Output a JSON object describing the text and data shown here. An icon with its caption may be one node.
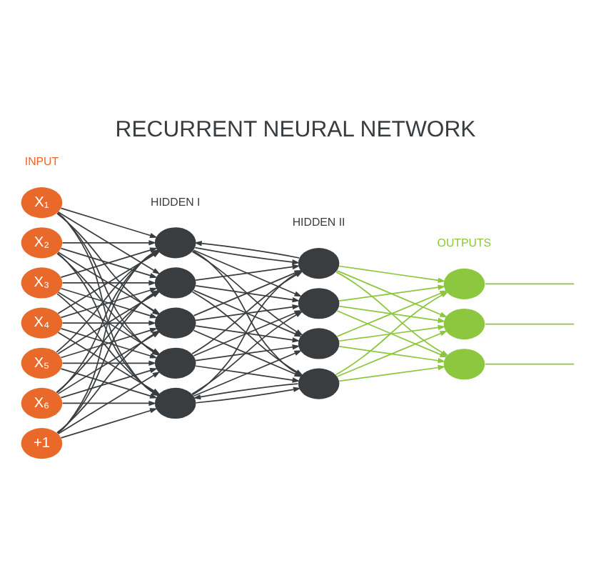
{
  "diagram": {
    "title": "RECURRENT NEURAL NETWORK",
    "nodes": [
      {
        "text": [
          "X₁"
        ]
      },
      {
        "text": [
          "X₂"
        ]
      },
      {
        "text": [
          "X₃"
        ]
      },
      {
        "text": [
          "X₄"
        ]
      },
      {
        "text": [
          "X₅"
        ]
      },
      {
        "text": [
          "X₆"
        ]
      },
      {
        "text": [
          "+1"
        ]
      },
      {
        "text": [],
        "shape": "circle"
      },
      {
        "text": [],
        "shape": "circle"
      },
      {
        "text": [],
        "shape": "circle"
      },
      {
        "text": [],
        "shape": "circle"
      },
      {
        "text": [],
        "shape": "circle"
      },
      {
        "text": [],
        "shape": "circle"
      },
      {
        "text": [],
        "shape": "circle"
      },
      {
        "text": [],
        "shape": "circle"
      },
      {
        "text": [],
        "shape": "circle"
      },
      {
        "text": [],
        "shape": "circle"
      },
      {
        "text": [],
        "shape": "circle"
      },
      {
        "text": [],
        "shape": "circle"
      }
    ],
    "edges": [
      {
        "from": 0,
        "to": 7,
        "arrow": "to"
      },
      {
        "from": 0,
        "to": 8,
        "arrow": "to"
      },
      {
        "from": 0,
        "to": 9,
        "arrow": "to"
      },
      {
        "from": 0,
        "to": 10,
        "arrow": "to"
      },
      {
        "from": 0,
        "to": 11,
        "arrow": "to"
      },
      {
        "from": 1,
        "to": 7,
        "arrow": "to"
      },
      {
        "from": 1,
        "to": 8,
        "arrow": "to"
      },
      {
        "from": 1,
        "to": 9,
        "arrow": "to"
      },
      {
        "from": 1,
        "to": 10,
        "arrow": "to"
      },
      {
        "from": 1,
        "to": 11,
        "arrow": "to"
      },
      {
        "from": 2,
        "to": 7,
        "arrow": "to"
      },
      {
        "from": 2,
        "to": 8,
        "arrow": "to"
      },
      {
        "from": 2,
        "to": 9,
        "arrow": "to"
      },
      {
        "from": 2,
        "to": 10,
        "arrow": "to"
      },
      {
        "from": 2,
        "to": 11,
        "arrow": "to"
      },
      {
        "from": 3,
        "to": 7,
        "arrow": "to"
      },
      {
        "from": 3,
        "to": 8,
        "arrow": "to"
      },
      {
        "from": 3,
        "to": 9,
        "arrow": "to"
      },
      {
        "from": 3,
        "to": 10,
        "arrow": "to"
      },
      {
        "from": 3,
        "to": 11,
        "arrow": "to"
      },
      {
        "from": 4,
        "to": 7,
        "arrow": "to"
      },
      {
        "from": 4,
        "to": 8,
        "arrow": "to"
      },
      {
        "from": 4,
        "to": 9,
        "arrow": "to"
      },
      {
        "from": 4,
        "to": 10,
        "arrow": "to"
      },
      {
        "from": 4,
        "to": 11,
        "arrow": "to"
      },
      {
        "from": 5,
        "to": 7,
        "arrow": "to"
      },
      {
        "from": 5,
        "to": 8,
        "arrow": "to"
      },
      {
        "from": 5,
        "to": 9,
        "arrow": "to"
      },
      {
        "from": 5,
        "to": 10,
        "arrow": "to"
      },
      {
        "from": 5,
        "to": 11,
        "arrow": "to"
      },
      {
        "from": 6,
        "to": 7,
        "arrow": "to"
      },
      {
        "from": 6,
        "to": 8,
        "arrow": "to"
      },
      {
        "from": 6,
        "to": 9,
        "arrow": "to"
      },
      {
        "from": 6,
        "to": 10,
        "arrow": "to"
      },
      {
        "from": 6,
        "to": 11,
        "arrow": "to"
      },
      {
        "from": 7,
        "to": 12,
        "arrow": "to"
      },
      {
        "from": 7,
        "to": 13,
        "arrow": "to"
      },
      {
        "from": 7,
        "to": 14,
        "arrow": "to"
      },
      {
        "from": 7,
        "to": 15,
        "arrow": "to"
      },
      {
        "from": 8,
        "to": 12,
        "arrow": "to"
      },
      {
        "from": 8,
        "to": 13,
        "arrow": "to"
      },
      {
        "from": 8,
        "to": 14,
        "arrow": "to"
      },
      {
        "from": 8,
        "to": 15,
        "arrow": "to"
      },
      {
        "from": 9,
        "to": 12,
        "arrow": "to"
      },
      {
        "from": 9,
        "to": 13,
        "arrow": "to"
      },
      {
        "from": 9,
        "to": 14,
        "arrow": "to"
      },
      {
        "from": 9,
        "to": 15,
        "arrow": "to"
      },
      {
        "from": 10,
        "to": 12,
        "arrow": "to"
      },
      {
        "from": 10,
        "to": 13,
        "arrow": "to"
      },
      {
        "from": 10,
        "to": 14,
        "arrow": "to"
      },
      {
        "from": 10,
        "to": 15,
        "arrow": "to"
      },
      {
        "from": 11,
        "to": 12,
        "arrow": "to"
      },
      {
        "from": 11,
        "to": 13,
        "arrow": "to"
      },
      {
        "from": 11,
        "to": 14,
        "arrow": "to"
      },
      {
        "from": 11,
        "to": 15,
        "arrow": "to"
      },
      {
        "from": 12,
        "to": 7,
        "arrow": "to"
      },
      {
        "from": 15,
        "to": 11,
        "arrow": "to"
      },
      {
        "from": 12,
        "to": 16,
        "arrow": "to",
        "color": "#8dc63f"
      },
      {
        "from": 12,
        "to": 17,
        "arrow": "to",
        "color": "#8dc63f"
      },
      {
        "from": 12,
        "to": 18,
        "arrow": "to",
        "color": "#8dc63f"
      },
      {
        "from": 13,
        "to": 16,
        "arrow": "to",
        "color": "#8dc63f"
      },
      {
        "from": 13,
        "to": 17,
        "arrow": "to",
        "color": "#8dc63f"
      },
      {
        "from": 13,
        "to": 18,
        "arrow": "to",
        "color": "#8dc63f"
      },
      {
        "from": 14,
        "to": 16,
        "arrow": "to",
        "color": "#8dc63f"
      },
      {
        "from": 14,
        "to": 17,
        "arrow": "to",
        "color": "#8dc63f"
      },
      {
        "from": 14,
        "to": 18,
        "arrow": "to",
        "color": "#8dc63f"
      },
      {
        "from": 15,
        "to": 16,
        "arrow": "to",
        "color": "#8dc63f"
      },
      {
        "from": 15,
        "to": 17,
        "arrow": "to",
        "color": "#8dc63f"
      },
      {
        "from": 15,
        "to": 18,
        "arrow": "to",
        "color": "#8dc63f"
      },
      {
        "from": 16,
        "to": null,
        "arrow": "none",
        "color": "#8dc63f"
      },
      {
        "from": 17,
        "to": null,
        "arrow": "none",
        "color": "#8dc63f"
      },
      {
        "from": 18,
        "to": null,
        "arrow": "none",
        "color": "#8dc63f"
      }
    ],
    "labels": [
      "INPUT",
      "HIDDEN I",
      "HIDDEN II",
      "OUTPUTS"
    ]
  }
}
